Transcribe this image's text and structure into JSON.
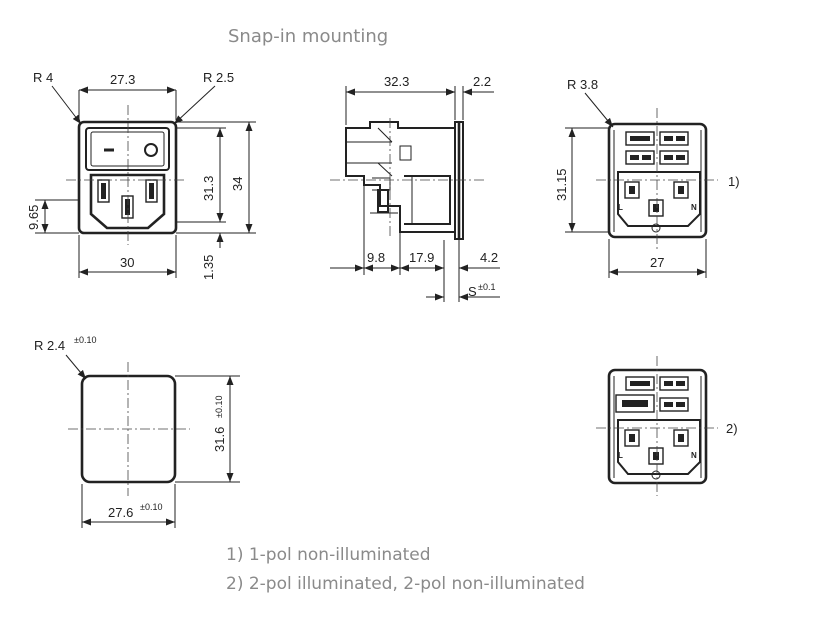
{
  "title": "Snap-in mounting",
  "dimensions": {
    "front_r_corner": "R 4",
    "front_width_top": "27.3",
    "front_r_switch": "R 2.5",
    "front_height_inner": "31.3",
    "front_height": "34",
    "front_inlet_offset": "9.65",
    "front_width": "30",
    "front_bottom_offset": "1.35",
    "side_depth": "32.3",
    "side_flange": "2.2",
    "side_d1": "9.8",
    "side_d2": "17.9",
    "side_d3": "4.2",
    "side_s": "S",
    "side_s_tol": "±0.1",
    "rear_r": "R 3.8",
    "rear_height": "31.15",
    "rear_width": "27",
    "rear_note_1": "1)",
    "rear_note_2": "2)",
    "cutout_r": "R 2.4",
    "cutout_r_tol": "±0.10",
    "cutout_height": "31.6",
    "cutout_height_tol": "±0.10",
    "cutout_width": "27.6",
    "cutout_width_tol": "±0.10",
    "pin_l": "L",
    "pin_n": "N"
  },
  "notes": [
    "1) 1-pol non-illuminated",
    "2) 2-pol illuminated, 2-pol non-illuminated"
  ]
}
